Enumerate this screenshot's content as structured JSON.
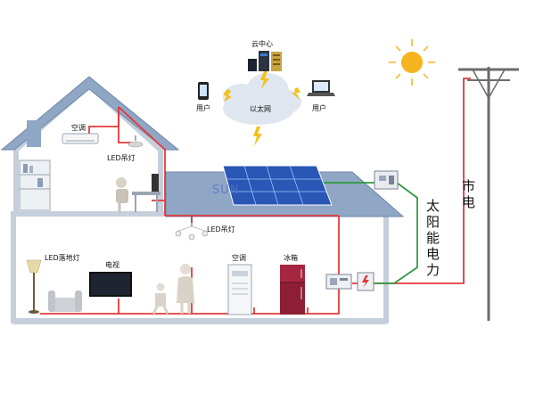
{
  "labels": {
    "cloud_center": "云中心",
    "ethernet": "以太网",
    "user_left": "用户",
    "user_right": "用户",
    "ac_upstairs": "空调",
    "led_pendant_upstairs": "LED吊灯",
    "led_pendant_downstairs": "LED吊灯",
    "led_floor_lamp": "LED落地灯",
    "tv": "电视",
    "ac_downstairs": "空调",
    "fridge": "冰箱",
    "solar_power": [
      "太",
      "阳",
      "能",
      "电",
      "力"
    ],
    "grid_power": [
      "市",
      "电"
    ],
    "watermark": "SUN"
  },
  "colors": {
    "house_roof": "#8fa6c4",
    "house_wall": "#c5cfdc",
    "power_line": "#e23a3a",
    "solar_line": "#2f9a3e",
    "solar_panel": "#2a57b5",
    "sun": "#f6b51e",
    "cloud": "#dfe6ef",
    "lightning": "#f2c21a",
    "grid_pole": "#6b6b6b"
  },
  "icons": [
    "sun-icon",
    "cloud-icon",
    "server-icon",
    "smartphone-icon",
    "laptop-icon",
    "lightning-icon",
    "solar-panel-icon",
    "utility-pole-icon",
    "air-conditioner-icon",
    "pendant-lamp-icon",
    "person-at-desk-icon",
    "bookshelf-icon",
    "floor-lamp-icon",
    "sofa-icon",
    "tv-icon",
    "family-icon",
    "fridge-icon",
    "inverter-icon",
    "meter-icon"
  ]
}
